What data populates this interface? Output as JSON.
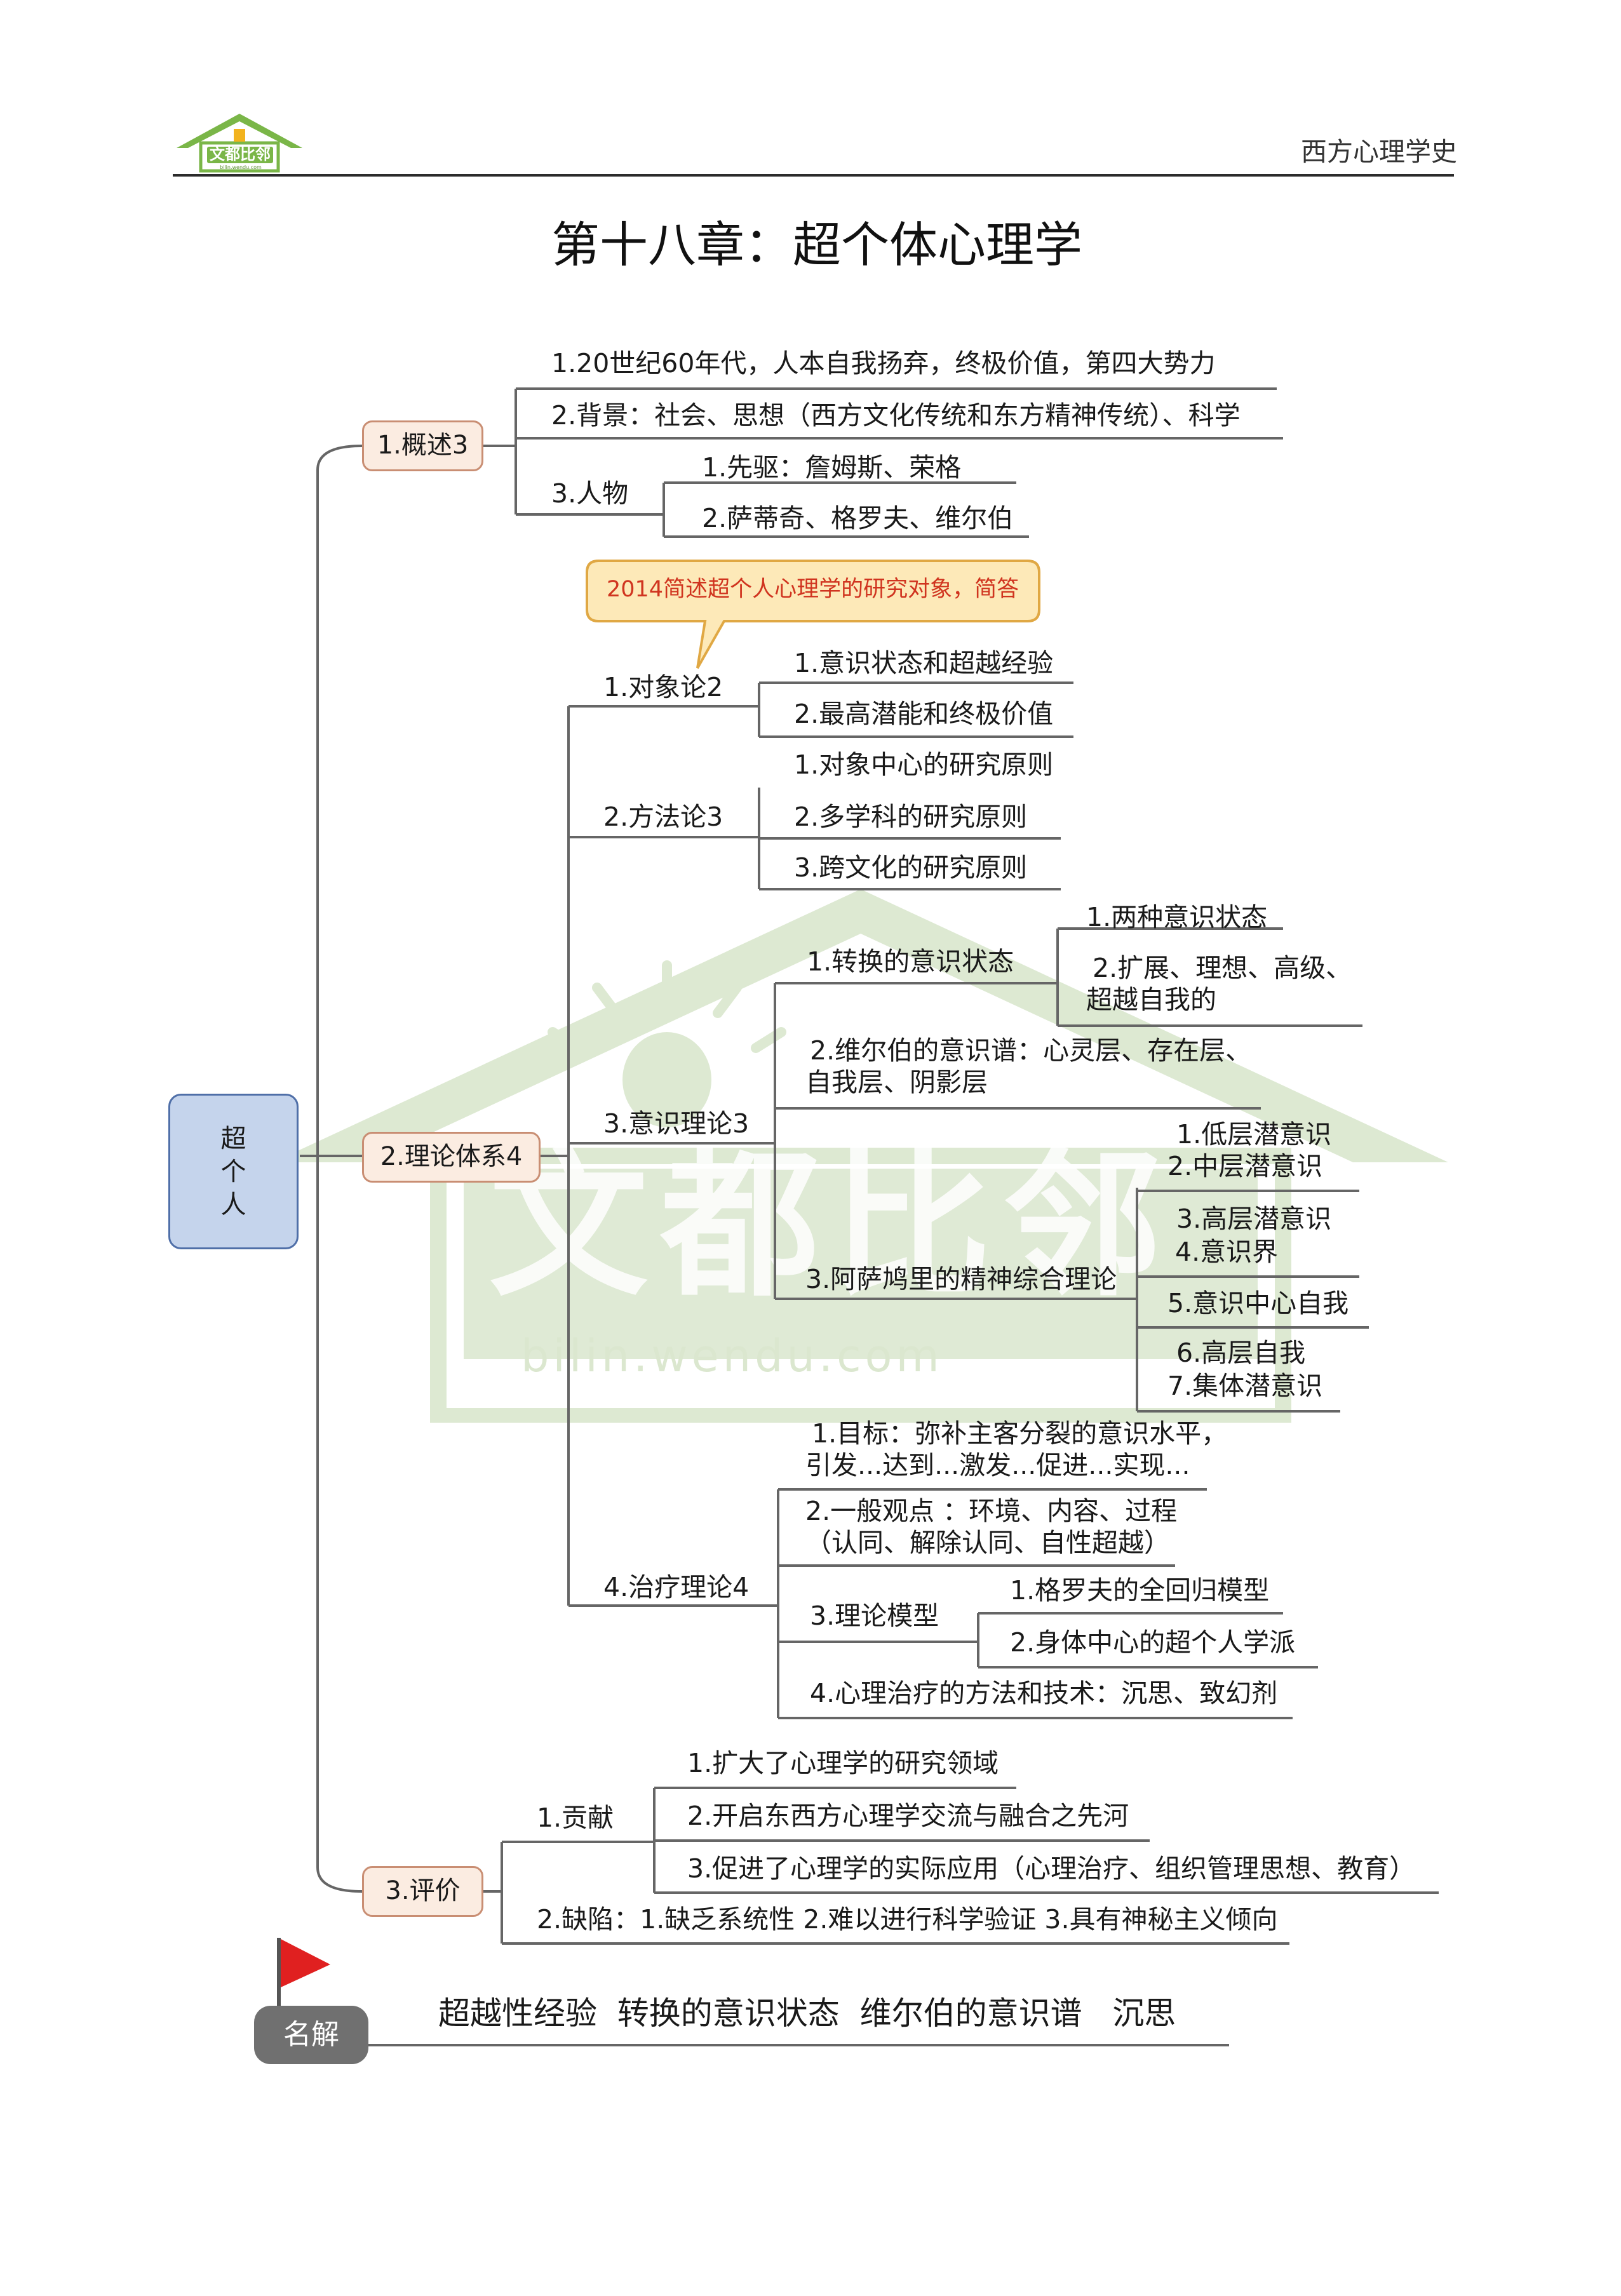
{
  "header": {
    "logo_text": "文都比邻",
    "logo_subtext": "bilin.wendu.com",
    "course": "西方心理学史"
  },
  "title": "第十八章：超个体心理学",
  "watermark": {
    "text": "文都比邻",
    "url": "bilin.wendu.com"
  },
  "root": {
    "label_lines": [
      "超",
      "个",
      "人"
    ]
  },
  "callout": {
    "text": "2014简述超个人心理学的研究对象，简答"
  },
  "overview": {
    "label": "1.概述3",
    "items": [
      "1.20世纪60年代，人本自我扬弃，终极价值，第四大势力",
      "2.背景：社会、思想（西方文化传统和东方精神传统）、科学",
      "3.人物"
    ],
    "people": [
      "1.先驱：詹姆斯、荣格",
      "2.萨蒂奇、格罗夫、维尔伯"
    ]
  },
  "theory": {
    "label": "2.理论体系4",
    "object": {
      "label": "1.对象论2",
      "items": [
        "1.意识状态和超越经验",
        "2.最高潜能和终极价值"
      ]
    },
    "method": {
      "label": "2.方法论3",
      "items": [
        "1.对象中心的研究原则",
        "2.多学科的研究原则",
        "3.跨文化的研究原则"
      ]
    },
    "consciousness": {
      "label": "3.意识理论3",
      "altered": {
        "label": "1.转换的意识状态",
        "items": [
          "1.两种意识状态",
          "2.扩展、理想、高级、",
          "超越自我的"
        ]
      },
      "wilber": {
        "line1": "2.维尔伯的意识谱：心灵层、存在层、",
        "line2": "自我层、阴影层"
      },
      "assagioli": {
        "label": "3.阿萨鸠里的精神综合理论",
        "groups": [
          [
            "1.低层潜意识",
            "2.中层潜意识"
          ],
          [
            "3.高层潜意识",
            "4.意识界"
          ],
          [
            "5.意识中心自我"
          ],
          [
            "6.高层自我",
            "7.集体潜意识"
          ]
        ]
      }
    },
    "therapy": {
      "label": "4.治疗理论4",
      "goal": {
        "line1": "1.目标：弥补主客分裂的意识水平，",
        "line2": "引发...达到...激发...促进...实现..."
      },
      "views": {
        "line1": "2.一般观点 ：环境、内容、过程",
        "line2": "（认同、解除认同、自性超越）"
      },
      "model": {
        "label": "3.理论模型",
        "items": [
          "1.格罗夫的全回归模型",
          "2.身体中心的超个人学派"
        ]
      },
      "methods": "4.心理治疗的方法和技术：沉思、致幻剂"
    }
  },
  "evaluation": {
    "label": "3.评价",
    "contribution": {
      "label": "1.贡献",
      "items": [
        "1.扩大了心理学的研究领域",
        "2.开启东西方心理学交流与融合之先河",
        "3.促进了心理学的实际应用（心理治疗、组织管理思想、教育）"
      ]
    },
    "flaws": "2.缺陷：1.缺乏系统性 2.难以进行科学验证 3.具有神秘主义倾向"
  },
  "glossary": {
    "badge": "名解",
    "terms": "超越性经验  转换的意识状态  维尔伯的意识谱   沉思"
  },
  "colors": {
    "branch_fill": "#fbece1",
    "branch_border": "#c98e73",
    "root_fill": "#c5d4ec",
    "root_border": "#4f6fa8",
    "callout_fill": "#fde9b8",
    "callout_border": "#e0a844",
    "callout_text": "#d0341f",
    "watermark": "#d9e6cd",
    "badge_gray": "#707070",
    "flag_red": "#e02020"
  }
}
